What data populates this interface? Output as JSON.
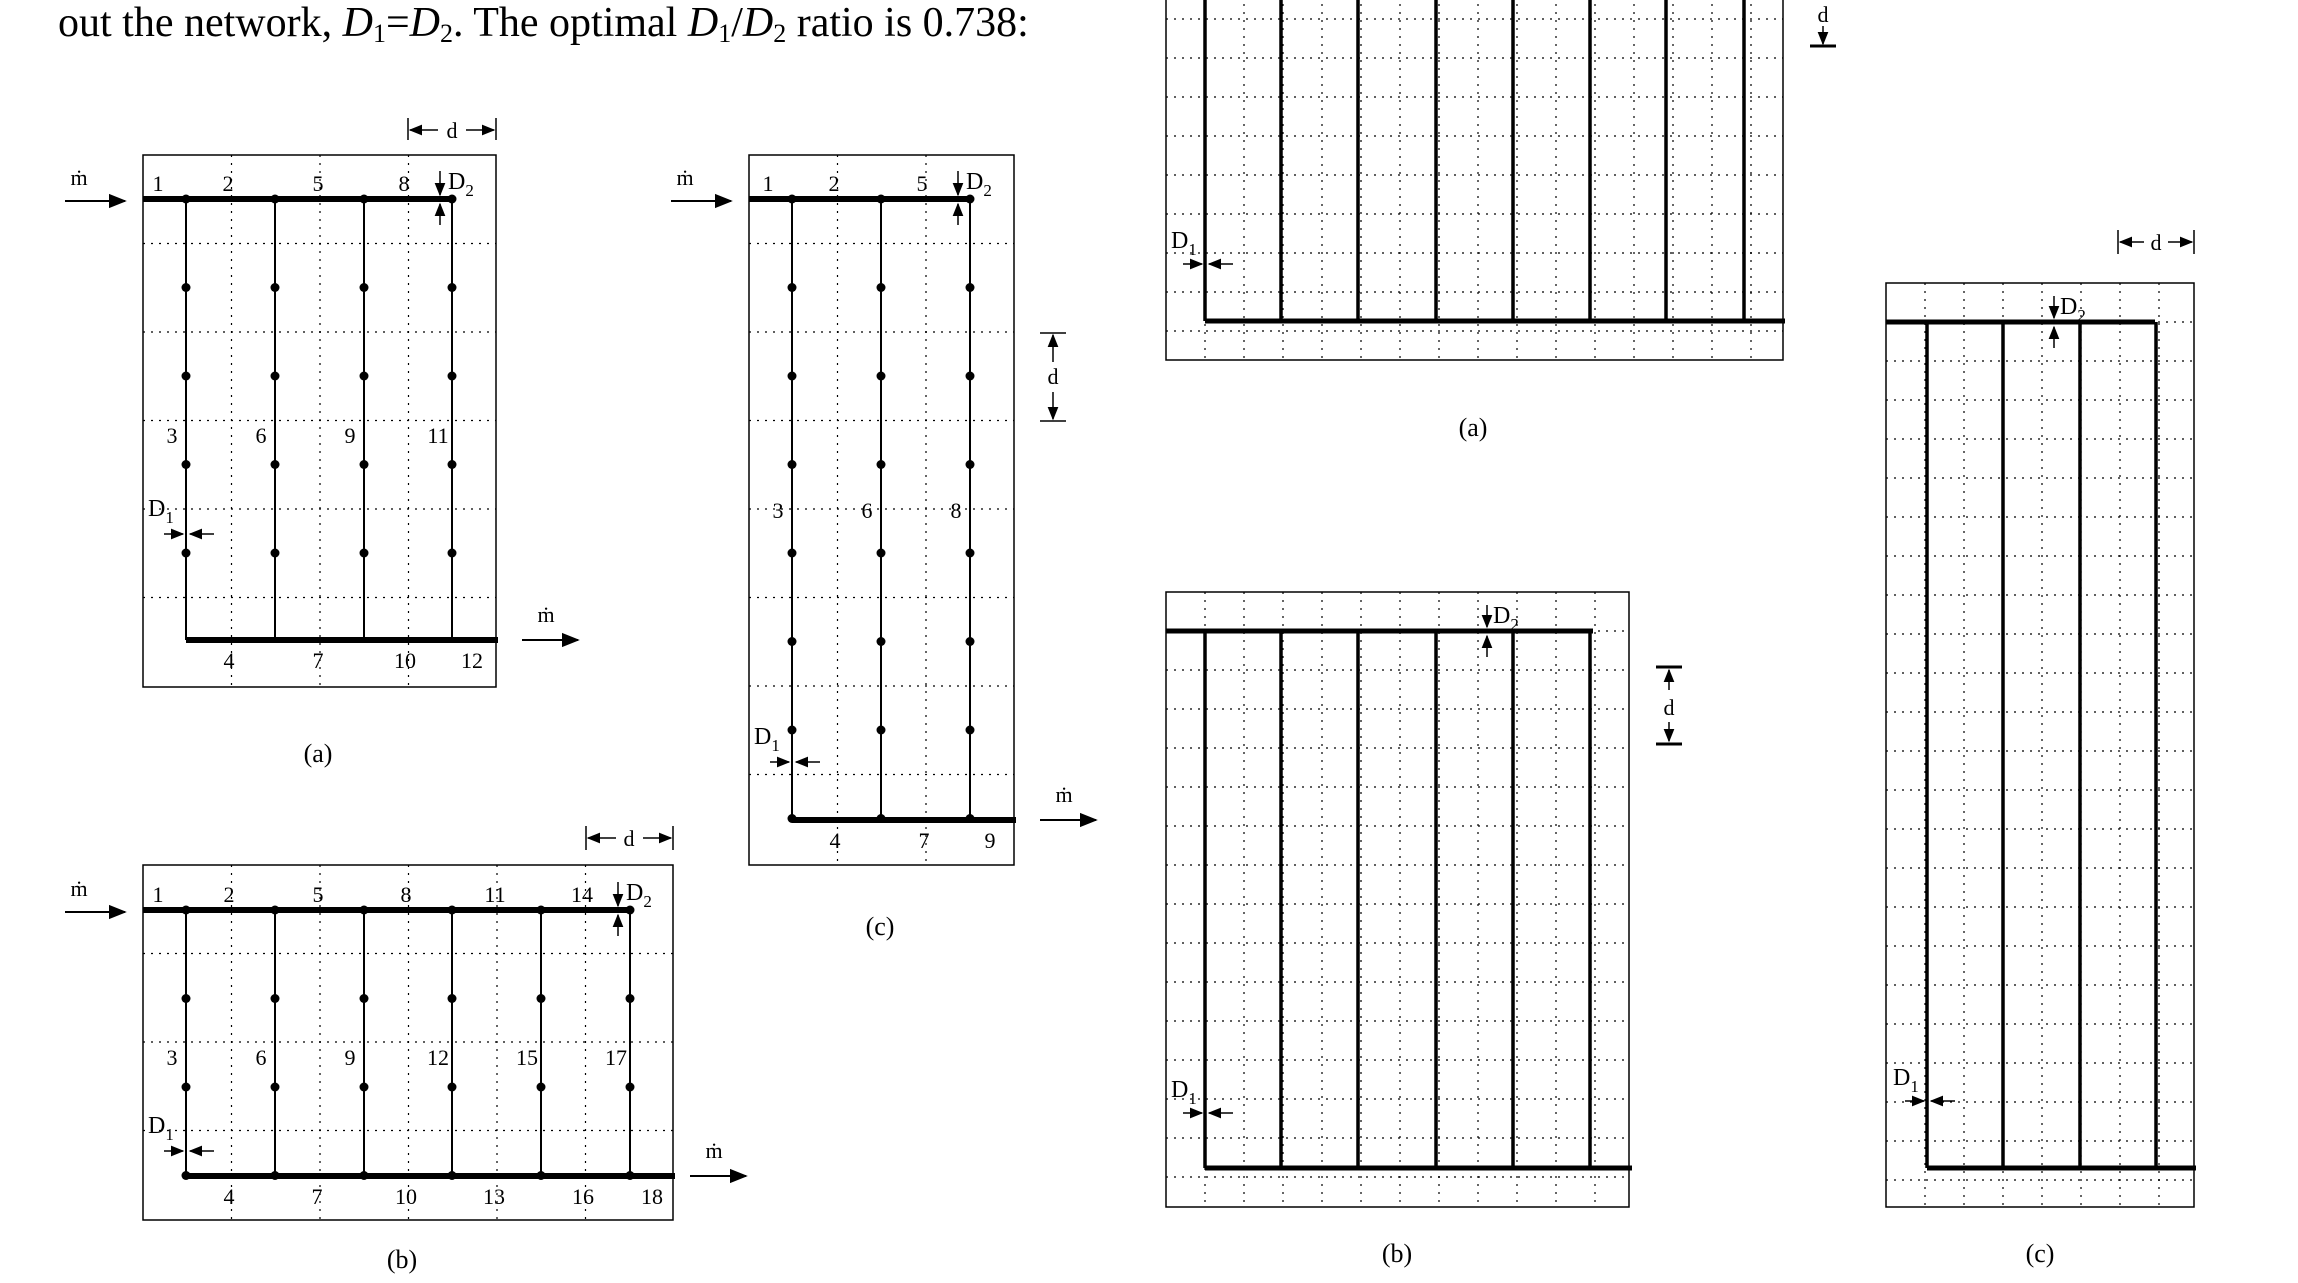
{
  "text": {
    "prefix": "out the network, ",
    "var1": "D",
    "sub1": "1",
    "eq": "=",
    "var2": "D",
    "sub2": "2",
    "middle": ". The optimal ",
    "var3": "D",
    "sub3": "1",
    "slash": "/",
    "var4": "D",
    "sub4": "2",
    "suffix": " ratio is 0.738:"
  },
  "left_figure": {
    "a": {
      "caption": "(a)",
      "top_nodes": [
        "1",
        "2",
        "5",
        "8"
      ],
      "mid_nodes": [
        "3",
        "6",
        "9",
        "11"
      ],
      "bottom_nodes": [
        "4",
        "7",
        "10",
        "12"
      ]
    },
    "b": {
      "caption": "(b)",
      "top_nodes": [
        "1",
        "2",
        "5",
        "8",
        "11",
        "14"
      ],
      "mid_nodes": [
        "3",
        "6",
        "9",
        "12",
        "15",
        "17"
      ],
      "bottom_nodes": [
        "4",
        "7",
        "10",
        "13",
        "16",
        "18"
      ]
    },
    "c": {
      "caption": "(c)",
      "top_nodes": [
        "1",
        "2",
        "5"
      ],
      "mid_nodes": [
        "3",
        "6",
        "8"
      ],
      "bottom_nodes": [
        "4",
        "7",
        "9"
      ]
    }
  },
  "right_figure": {
    "captions": [
      "(a)",
      "(b)",
      "(c)"
    ]
  },
  "labels": {
    "flow": "ṁ",
    "spacing": "d",
    "d1": "D",
    "d1_sub": "1",
    "d2": "D",
    "d2_sub": "2"
  }
}
